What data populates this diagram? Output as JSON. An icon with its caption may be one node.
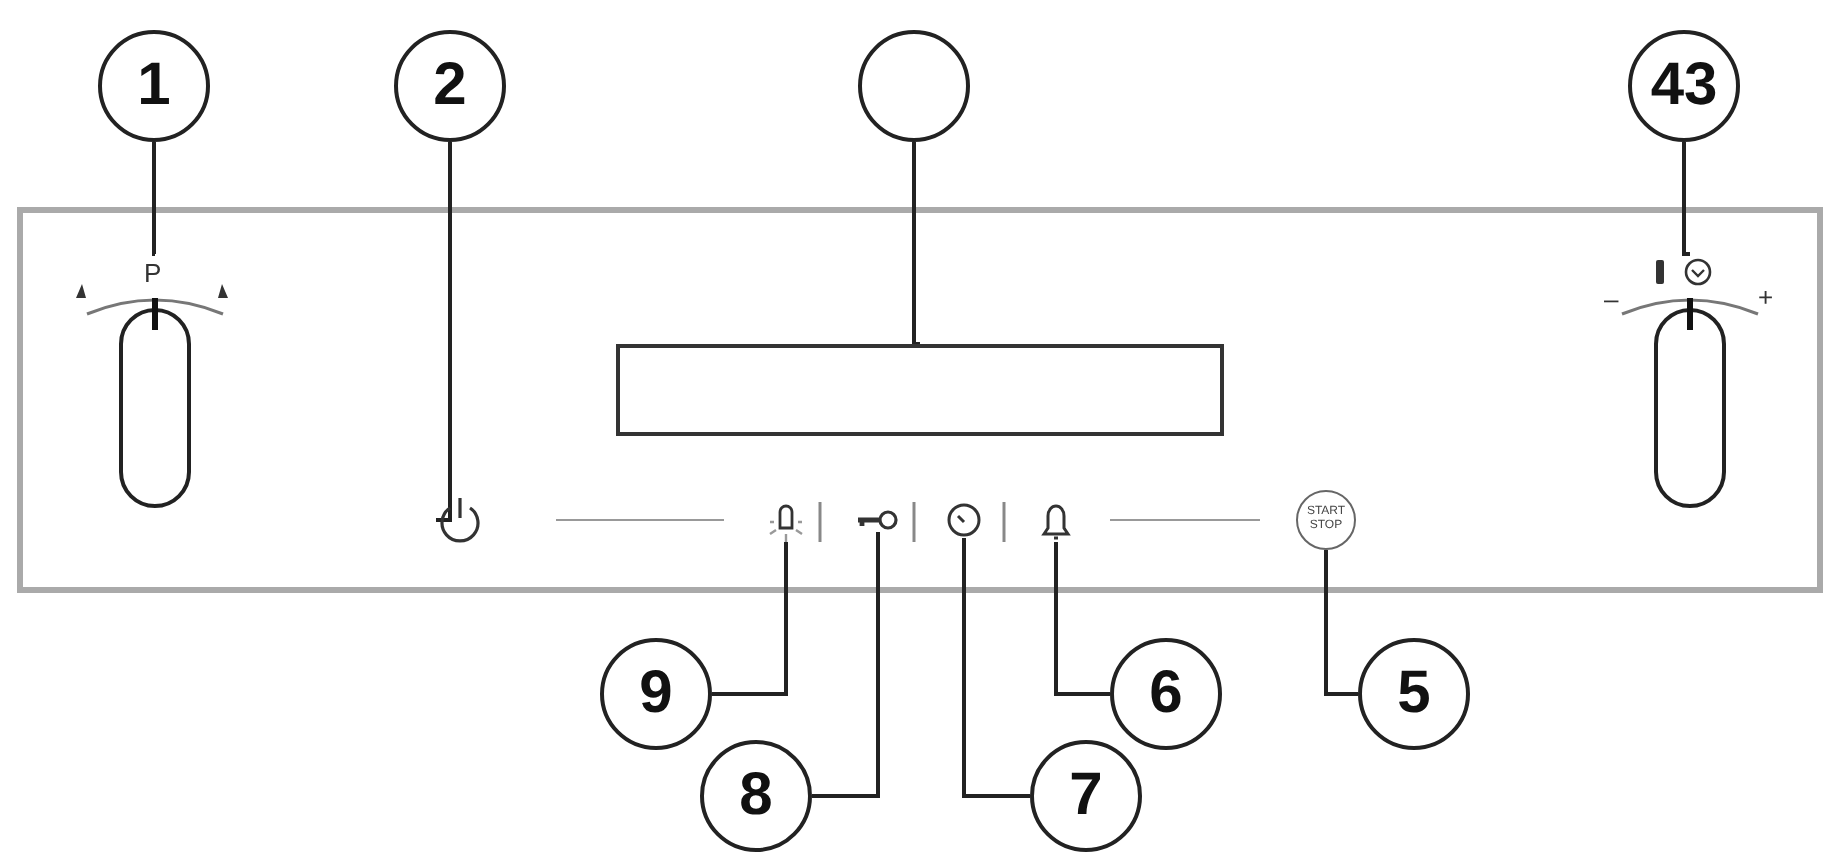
{
  "diagram": {
    "nodes": [
      {
        "text": [
          "1"
        ]
      },
      {
        "text": [
          "2"
        ]
      },
      {
        "text": [],
        "shape": "circle"
      },
      {
        "text": [
          "43"
        ]
      },
      {
        "text": [
          "9"
        ]
      },
      {
        "text": [
          "6"
        ]
      },
      {
        "text": [
          "5"
        ]
      },
      {
        "text": [
          "8"
        ]
      },
      {
        "text": [
          "7"
        ]
      },
      {
        "text": [],
        "shape": "knob"
      },
      {
        "text": [],
        "shape": "button"
      },
      {
        "text": [],
        "shape": "box"
      },
      {
        "text": [],
        "shape": "knob"
      },
      {
        "text": [],
        "shape": "lamp"
      },
      {
        "text": [],
        "shape": "key"
      },
      {
        "text": [],
        "shape": "clock"
      },
      {
        "text": [],
        "shape": "bell"
      },
      {
        "text": [
          "START STOP"
        ]
      }
    ],
    "edges": [
      {
        "from": 0,
        "to": 9,
        "arrow": "none"
      },
      {
        "from": 1,
        "to": 10,
        "arrow": "none"
      },
      {
        "from": 2,
        "to": 11,
        "arrow": "none"
      },
      {
        "from": 3,
        "to": 12,
        "arrow": "none"
      },
      {
        "from": 4,
        "to": 13,
        "arrow": "none"
      },
      {
        "from": 5,
        "to": 16,
        "arrow": "none"
      },
      {
        "from": 6,
        "to": 17,
        "arrow": "none"
      },
      {
        "from": 7,
        "to": 14,
        "arrow": "none"
      },
      {
        "from": 8,
        "to": 15,
        "arrow": "none"
      }
    ],
    "labels": [
      "P",
      "–",
      "+"
    ]
  }
}
